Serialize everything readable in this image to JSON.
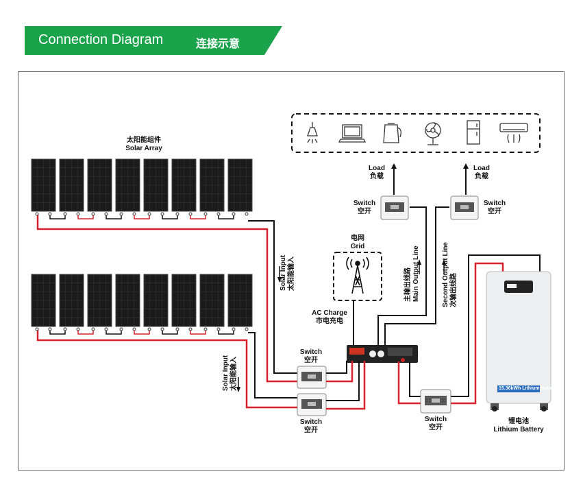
{
  "header": {
    "title": "Connection Diagram",
    "subtitle": "连接示意",
    "color": "#1aa34a"
  },
  "solar_array": {
    "label_cn": "太阳能组件",
    "label_en": "Solar Array",
    "panels_per_row": 8,
    "rows": 2
  },
  "solar_input_1": {
    "label_en": "Solar Input",
    "label_cn": "太阳能输入"
  },
  "solar_input_2": {
    "label_en": "Solar Input",
    "label_cn": "太阳能输入"
  },
  "grid": {
    "label_cn": "电网",
    "label_en": "Grid"
  },
  "ac_charge": {
    "label_en": "AC Charge",
    "label_cn": "市电充电"
  },
  "loads": {
    "icons": [
      "lamp-icon",
      "laptop-icon",
      "kettle-icon",
      "fan-icon",
      "fridge-icon",
      "air-conditioner-icon"
    ]
  },
  "load_left": {
    "label_en": "Load",
    "label_cn": "负载"
  },
  "load_right": {
    "label_en": "Load",
    "label_cn": "负载"
  },
  "switch_load_left": {
    "label_en": "Switch",
    "label_cn": "空开"
  },
  "switch_load_right": {
    "label_en": "Switch",
    "label_cn": "空开"
  },
  "switch_solar_top": {
    "label_en": "Switch",
    "label_cn": "空开"
  },
  "switch_solar_bottom": {
    "label_en": "Switch",
    "label_cn": "空开"
  },
  "switch_battery": {
    "label_en": "Switch",
    "label_cn": "空开"
  },
  "main_output": {
    "label_cn": "主输出线路",
    "label_en": "Main Output Line"
  },
  "second_output": {
    "label_en": "Second Output Line",
    "label_cn": "次输出线路"
  },
  "battery": {
    "label_cn": "锂电池",
    "label_en": "Lithium Battery",
    "capacity": "15.36kWh",
    "brand": "Lithium Battery"
  },
  "colors": {
    "positive_wire": "#d8202a",
    "negative_wire": "#111111",
    "panel": "#1b1b1b"
  }
}
